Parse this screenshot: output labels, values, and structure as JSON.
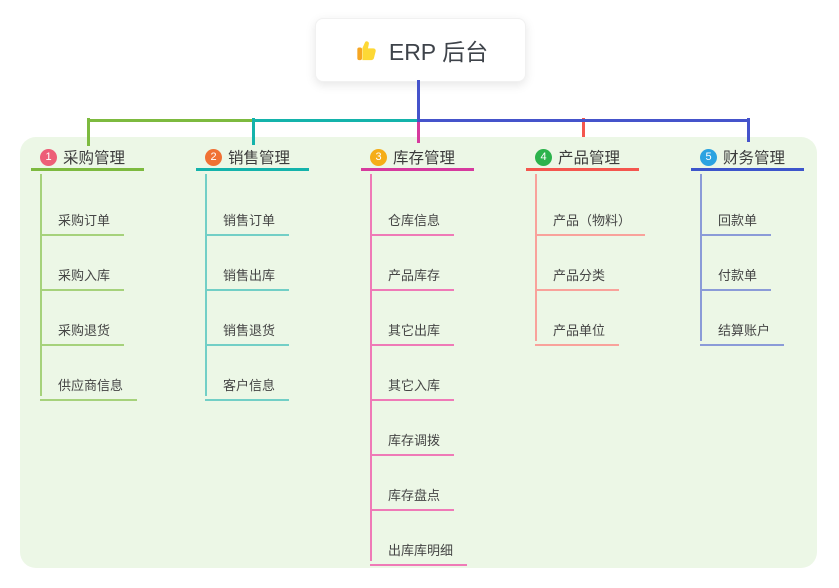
{
  "canvas": {
    "background": "#ffffff",
    "panel_background": "#ecf7e6"
  },
  "root": {
    "label": "ERP 后台",
    "icon": "thumbs-up-icon",
    "connector_color": "#4553cb"
  },
  "branches": [
    {
      "num": "1",
      "title": "采购管理",
      "badge_color": "#ed5e77",
      "line_color": "#7dba3f",
      "item_line_color": "#a6d27b",
      "items": [
        "采购订单",
        "采购入库",
        "采购退货",
        "供应商信息"
      ]
    },
    {
      "num": "2",
      "title": "销售管理",
      "badge_color": "#f07134",
      "line_color": "#14b3ab",
      "item_line_color": "#72cfc6",
      "items": [
        "销售订单",
        "销售出库",
        "销售退货",
        "客户信息"
      ]
    },
    {
      "num": "3",
      "title": "库存管理",
      "badge_color": "#f5ad17",
      "line_color": "#d63a9e",
      "item_line_color": "#ef7ab7",
      "items": [
        "仓库信息",
        "产品库存",
        "其它出库",
        "其它入库",
        "库存调拨",
        "库存盘点",
        "出库库明细"
      ]
    },
    {
      "num": "4",
      "title": "产品管理",
      "badge_color": "#2cb34c",
      "line_color": "#f4564e",
      "item_line_color": "#f9a29b",
      "items": [
        "产品（物料）",
        "产品分类",
        "产品单位"
      ]
    },
    {
      "num": "5",
      "title": "财务管理",
      "badge_color": "#2ba3e1",
      "line_color": "#3d55cb",
      "item_line_color": "#8b9bd8",
      "items": [
        "回款单",
        "付款单",
        "结算账户"
      ]
    }
  ]
}
